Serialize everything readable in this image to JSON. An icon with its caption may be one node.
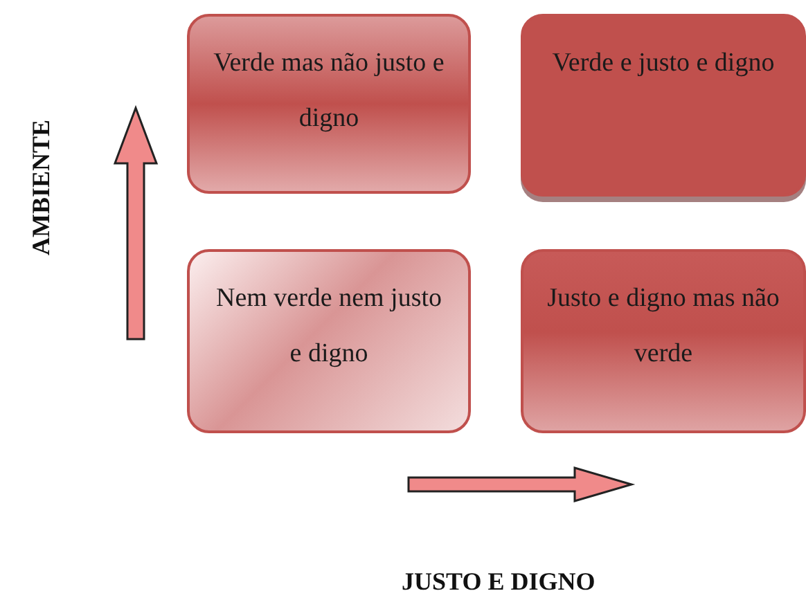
{
  "diagram": {
    "nodes": [
      {
        "text": [
          "Verde mas não justo e digno"
        ]
      },
      {
        "text": [
          "Verde e justo e digno"
        ]
      },
      {
        "text": [
          "Nem verde nem justo e digno"
        ]
      },
      {
        "text": [
          "Justo e digno mas não verde"
        ]
      }
    ],
    "labels": [
      "AMBIENTE",
      "JUSTO E DIGNO"
    ]
  }
}
